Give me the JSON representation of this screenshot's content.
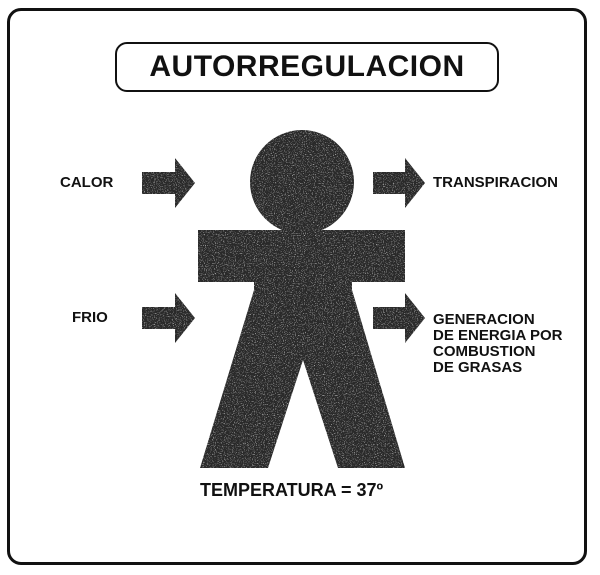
{
  "title": "AUTORREGULACION",
  "inputs": {
    "calor": "CALOR",
    "frio": "FRIO"
  },
  "outputs": {
    "transpiracion": "TRANSPIRACION",
    "generacion_lines": [
      "GENERACION",
      "DE ENERGIA POR",
      "COMBUSTION",
      "DE GRASAS"
    ]
  },
  "temperature_label": "TEMPERATURA = 37º",
  "colors": {
    "ink": "#111111",
    "figure": "#2a2a2a",
    "background": "#ffffff"
  }
}
